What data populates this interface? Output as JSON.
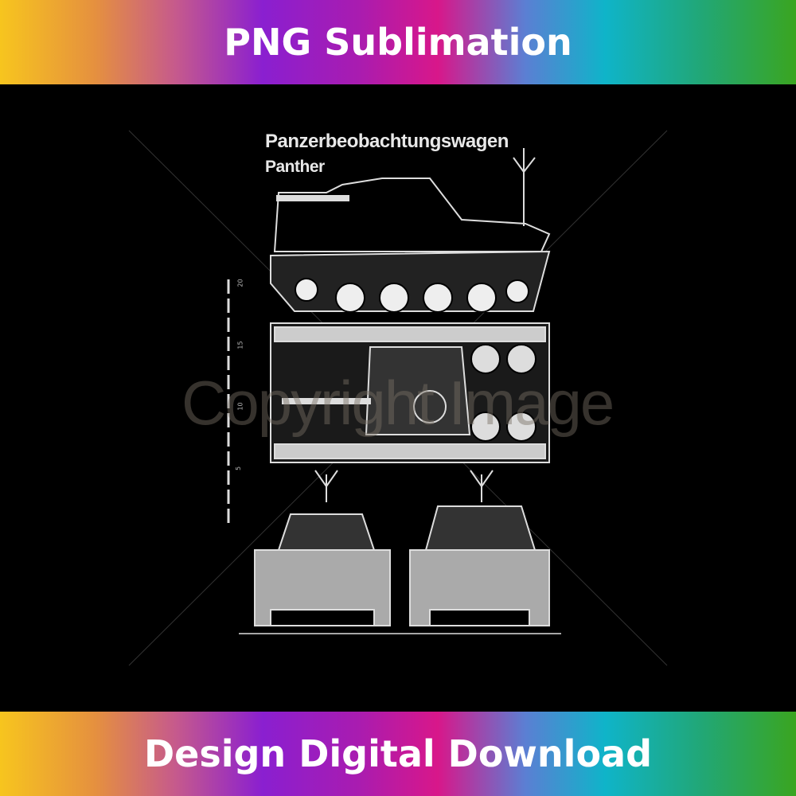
{
  "header": {
    "label": "PNG Sublimation"
  },
  "footer": {
    "label": "Design Digital Download"
  },
  "artwork": {
    "title_line1": "Panzerbeobachtungswagen",
    "title_line2": "Panther",
    "watermark": "Copyright Image",
    "scale_ticks": [
      "20",
      "15",
      "10",
      "5"
    ]
  },
  "colors": {
    "background": "#000000",
    "line_art": "#e8e8e8"
  }
}
